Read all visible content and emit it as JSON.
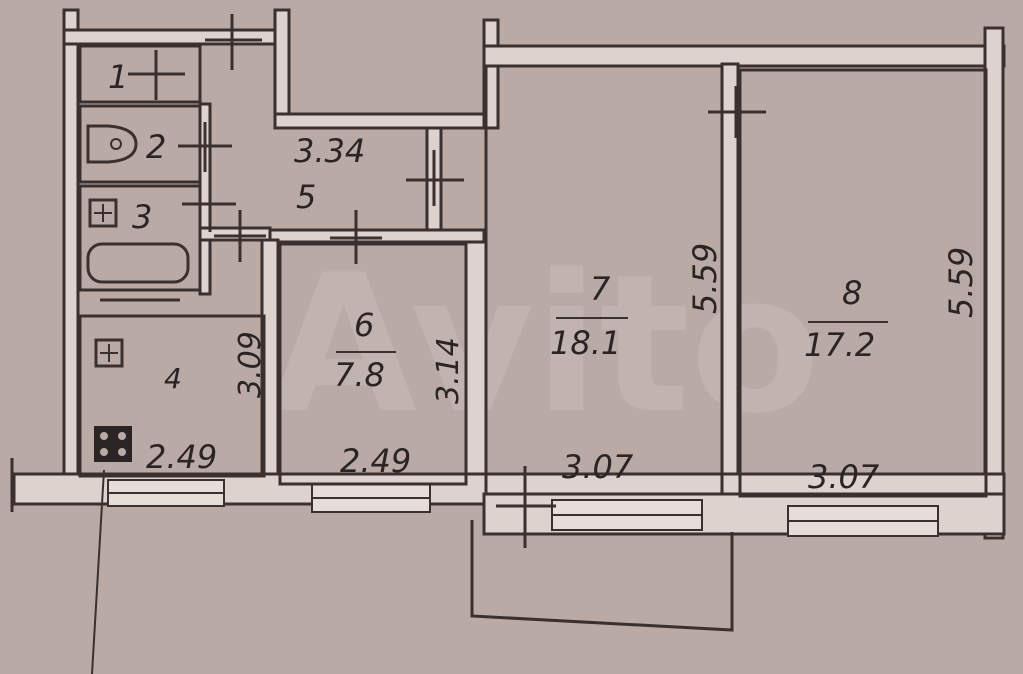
{
  "watermark": "Avito",
  "rooms": [
    {
      "id": "1",
      "number": "1"
    },
    {
      "id": "2",
      "number": "2"
    },
    {
      "id": "3",
      "number": "3"
    },
    {
      "id": "4",
      "number": "4",
      "width": "2.49",
      "depth": "3.09"
    },
    {
      "id": "5",
      "number": "5",
      "width": "3.34"
    },
    {
      "id": "6",
      "number": "6",
      "area": "7.8",
      "width": "2.49",
      "depth": "3.14"
    },
    {
      "id": "7",
      "number": "7",
      "area": "18.1",
      "width": "3.07",
      "depth": "5.59"
    },
    {
      "id": "8",
      "number": "8",
      "area": "17.2",
      "width": "3.07",
      "depth": "5.59"
    }
  ]
}
